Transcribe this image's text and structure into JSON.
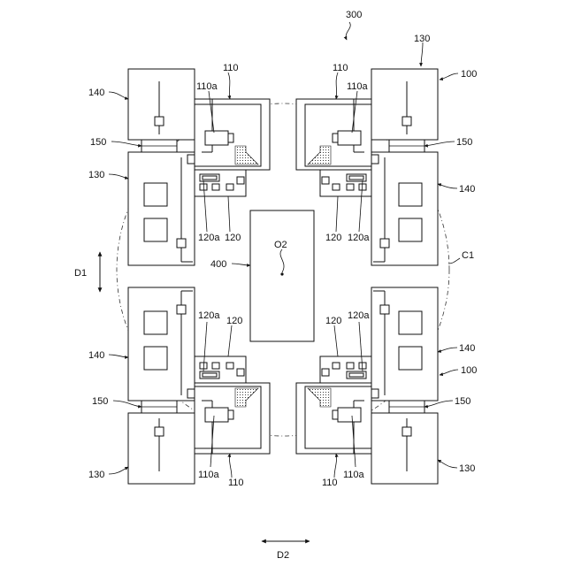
{
  "labels": {
    "ref_300": "300",
    "ref_100": "100",
    "ref_110": "110",
    "ref_110a": "110a",
    "ref_120": "120",
    "ref_120a": "120a",
    "ref_130": "130",
    "ref_140": "140",
    "ref_150": "150",
    "ref_400": "400",
    "ref_O2": "O2",
    "ref_C1": "C1",
    "ref_D1": "D1",
    "ref_D2": "D2"
  }
}
